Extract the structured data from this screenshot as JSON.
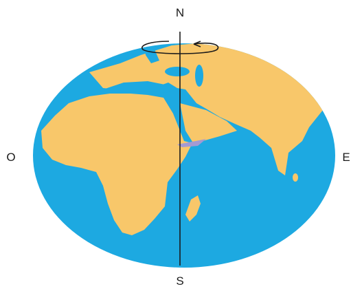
{
  "labels": {
    "north": "N",
    "south": "S",
    "west": "O",
    "east": "E"
  },
  "colors": {
    "ocean": "#1DA9E1",
    "land": "#F8C76A",
    "gulf": "#A39AD3",
    "axis": "#1a1a1a",
    "background": "#ffffff"
  },
  "icons": {
    "rotation": "rotation-arrow-icon"
  }
}
